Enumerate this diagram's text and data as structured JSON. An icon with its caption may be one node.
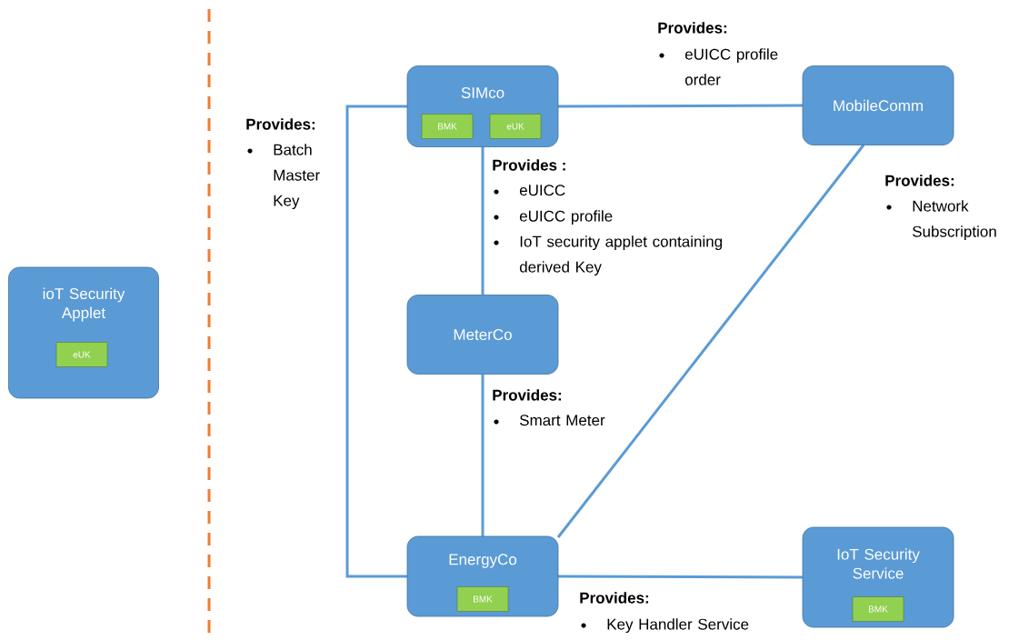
{
  "diagram": {
    "nodes": [
      {
        "text": [
          "ioT Security Applet"
        ]
      },
      {
        "text": [
          "eUK"
        ],
        "in": 0
      },
      {
        "text": [
          "SIMco"
        ]
      },
      {
        "text": [
          "BMK"
        ],
        "in": 2
      },
      {
        "text": [
          "eUK"
        ],
        "in": 2
      },
      {
        "text": [
          "MobileComm"
        ]
      },
      {
        "text": [
          "MeterCo"
        ]
      },
      {
        "text": [
          "EnergyCo"
        ]
      },
      {
        "text": [
          "BMK"
        ],
        "in": 7
      },
      {
        "text": [
          "IoT Security Service"
        ]
      },
      {
        "text": [
          "BMK"
        ],
        "in": 9
      }
    ],
    "edges": [
      {
        "from": 2,
        "to": 5,
        "arrow": "none"
      },
      {
        "from": 2,
        "to": 6,
        "arrow": "none"
      },
      {
        "from": 2,
        "to": 7,
        "arrow": "none"
      },
      {
        "from": 5,
        "to": 7,
        "arrow": "none"
      },
      {
        "from": 6,
        "to": 7,
        "arrow": "none"
      },
      {
        "from": 7,
        "to": 9,
        "arrow": "none"
      }
    ],
    "labels": [
      "Provides:",
      "eUICC profile order",
      "Provides:",
      "Batch Master Key",
      "Provides :",
      "eUICC",
      "eUICC profile",
      "IoT security applet containing derived Key",
      "Provides:",
      "Network Subscription",
      "Provides:",
      "Smart Meter",
      "Provides:",
      "Key Handler Service"
    ]
  }
}
